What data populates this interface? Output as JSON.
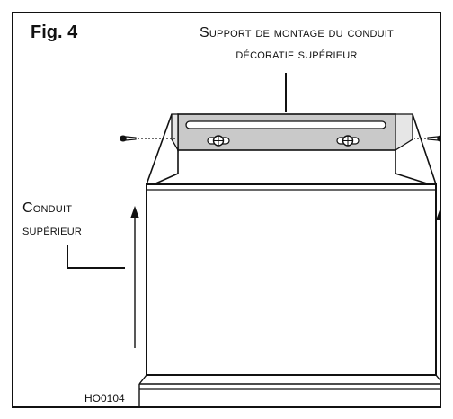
{
  "figure": {
    "label": "Fig. 4",
    "reference_code": "HO0104"
  },
  "callouts": {
    "bracket_line1": "Support de montage du conduit",
    "bracket_line2": "décoratif supérieur",
    "duct_line1": "Conduit",
    "duct_line2": "supérieur"
  },
  "colors": {
    "line": "#111111",
    "bracket_fill": "#c9c9c9",
    "background": "#ffffff"
  }
}
